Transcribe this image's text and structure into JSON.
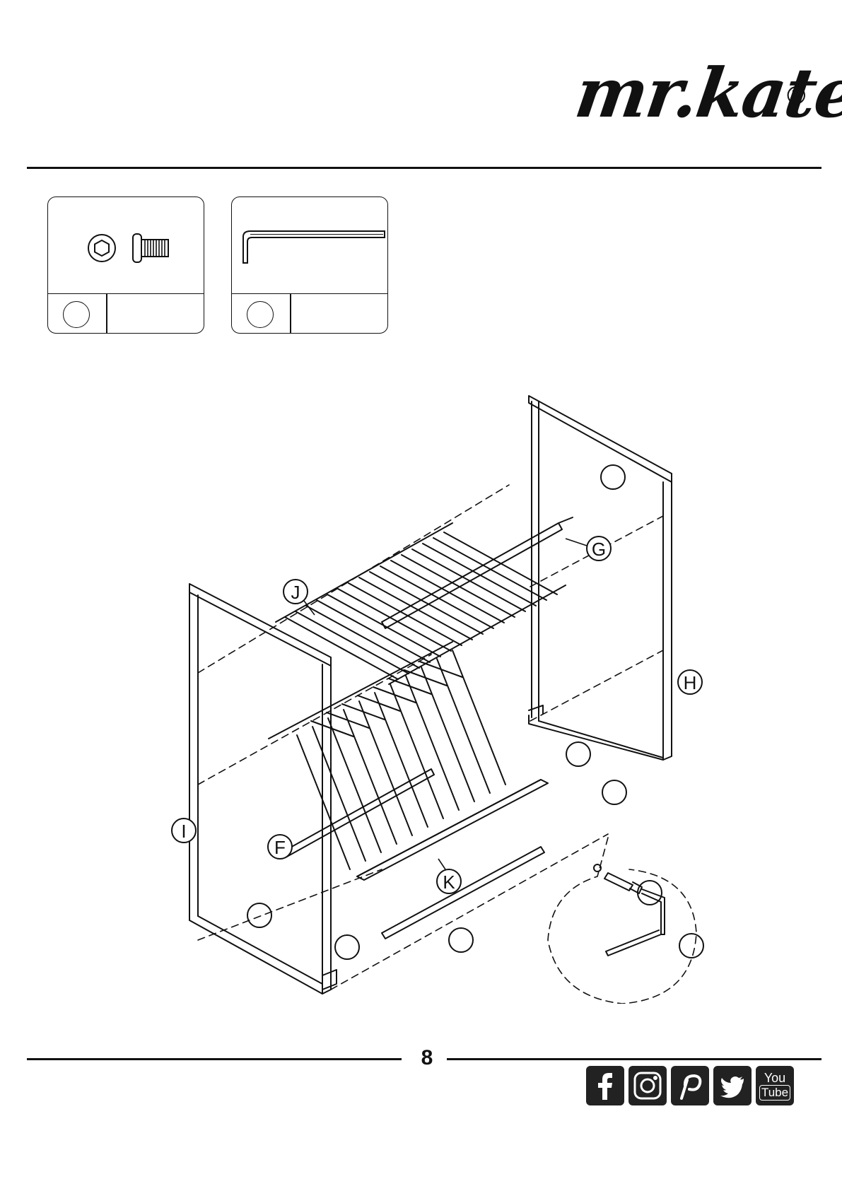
{
  "brand": {
    "name": "mr.kate",
    "registered": "®"
  },
  "parts": [
    {
      "icon": "hex-bolt-icon",
      "label": "",
      "qty": ""
    },
    {
      "icon": "allen-key-icon",
      "label": "",
      "qty": ""
    }
  ],
  "callouts": {
    "G": "G",
    "J": "J",
    "H": "H",
    "I": "I",
    "F": "F",
    "K": "K"
  },
  "page_number": "8",
  "social": [
    {
      "icon": "facebook-icon"
    },
    {
      "icon": "instagram-icon"
    },
    {
      "icon": "pinterest-icon"
    },
    {
      "icon": "twitter-icon"
    },
    {
      "icon": "youtube-icon",
      "text_top": "You",
      "text_bottom": "Tube"
    }
  ],
  "colors": {
    "ink": "#111111",
    "paper": "#ffffff"
  }
}
